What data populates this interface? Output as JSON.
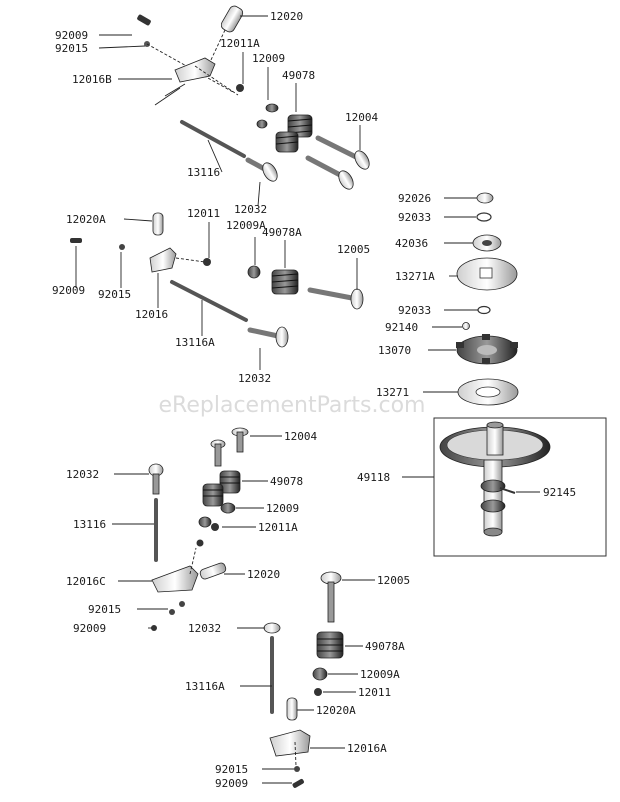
{
  "watermark": "eReplacementParts.com",
  "parts": {
    "p_92009_a": "92009",
    "p_92015_a": "92015",
    "p_12016B": "12016B",
    "p_12020_a": "12020",
    "p_12011A_a": "12011A",
    "p_12009_a": "12009",
    "p_49078_a": "49078",
    "p_12004_a": "12004",
    "p_13116_a": "13116",
    "p_12032_a": "12032",
    "p_12020A_a": "12020A",
    "p_12011_a": "12011",
    "p_12009A_a": "12009A",
    "p_49078A_a": "49078A",
    "p_12005_a": "12005",
    "p_92009_b": "92009",
    "p_92015_b": "92015",
    "p_12016_a": "12016",
    "p_13116A_a": "13116A",
    "p_12032_b": "12032",
    "p_92026": "92026",
    "p_92033_a": "92033",
    "p_42036": "42036",
    "p_13271A": "13271A",
    "p_92033_b": "92033",
    "p_92140": "92140",
    "p_13070": "13070",
    "p_13271": "13271",
    "p_49118": "49118",
    "p_92145": "92145",
    "p_12004_b": "12004",
    "p_12032_c": "12032",
    "p_49078_b": "49078",
    "p_13116_b": "13116",
    "p_12009_b": "12009",
    "p_12011A_b": "12011A",
    "p_12016C": "12016C",
    "p_12020_b": "12020",
    "p_92015_c": "92015",
    "p_92009_c": "92009",
    "p_12005_b": "12005",
    "p_12032_d": "12032",
    "p_49078A_b": "49078A",
    "p_12009A_b": "12009A",
    "p_13116A_b": "13116A",
    "p_12011_b": "12011",
    "p_12020A_b": "12020A",
    "p_12016A": "12016A",
    "p_92015_d": "92015",
    "p_92009_d": "92009"
  }
}
